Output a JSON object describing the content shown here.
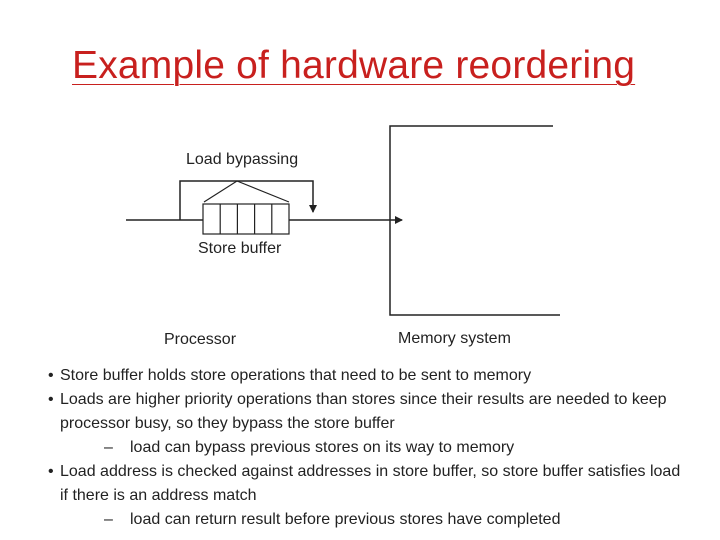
{
  "slide": {
    "title": "Example of hardware reordering"
  },
  "diagram": {
    "load_bypassing_label": "Load bypassing",
    "store_buffer_label": "Store buffer",
    "processor_label": "Processor",
    "memory_system_label": "Memory system",
    "store_buffer_slots": 5
  },
  "bullets": [
    {
      "text": "Store buffer holds store operations that need to be sent to memory",
      "subs": []
    },
    {
      "text": "Loads are higher priority operations than stores since their results are needed to keep processor busy, so they bypass the store buffer",
      "subs": [
        "load can bypass previous stores on its way to memory"
      ]
    },
    {
      "text": "Load address is checked against addresses in store buffer, so store buffer satisfies load if there is an address match",
      "subs": [
        "load can return result before previous stores have completed"
      ]
    }
  ],
  "glyphs": {
    "bullet": "•",
    "dash": "–"
  }
}
